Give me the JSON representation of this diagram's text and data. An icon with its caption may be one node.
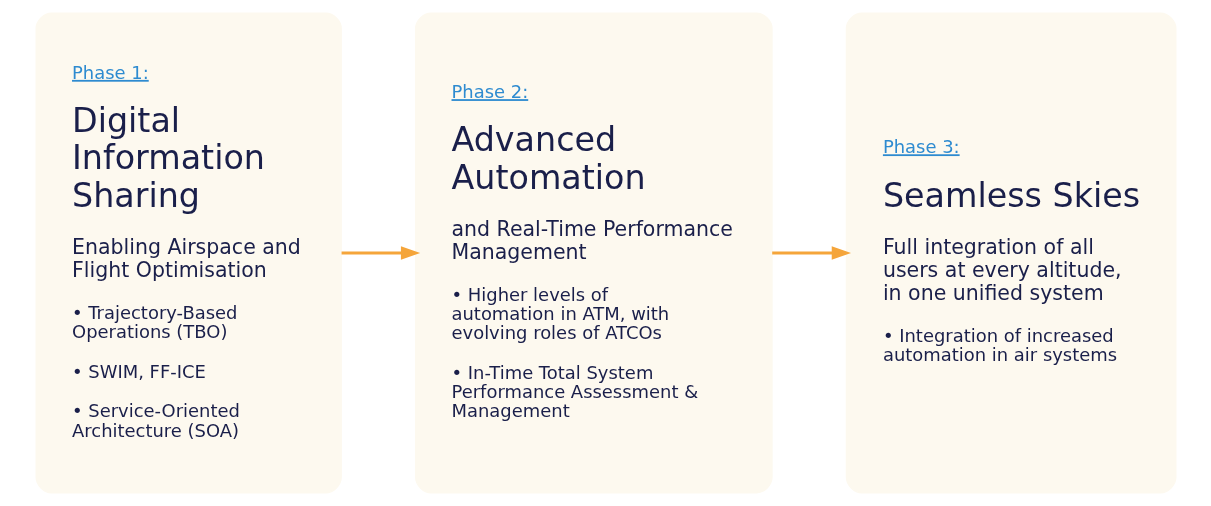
{
  "diagram": {
    "nodes": [
      {
        "text": [
          "Phase 1:",
          "Digital Information Sharing",
          "Enabling Airspace and Flight Optimisation",
          "• Trajectory-Based Operations (TBO)",
          "• SWIM, FF-ICE",
          "• Service-Oriented Architecture (SOA)"
        ]
      },
      {
        "text": [
          "Phase 2:",
          "Advanced Automation",
          "and Real-Time Performance Management",
          "• Higher levels of automation in ATM, with evolving roles of ATCOs",
          "• In-Time Total System Performance Assessment & Management"
        ]
      },
      {
        "text": [
          "Phase 3:",
          "Seamless Skies",
          "Full integration of all users at every altitude, in one unified system",
          "• Integration of increased automation in air systems"
        ]
      }
    ],
    "edges": [
      {
        "from": 0,
        "to": 1,
        "arrow": "to"
      },
      {
        "from": 1,
        "to": 2,
        "arrow": "to"
      }
    ]
  }
}
